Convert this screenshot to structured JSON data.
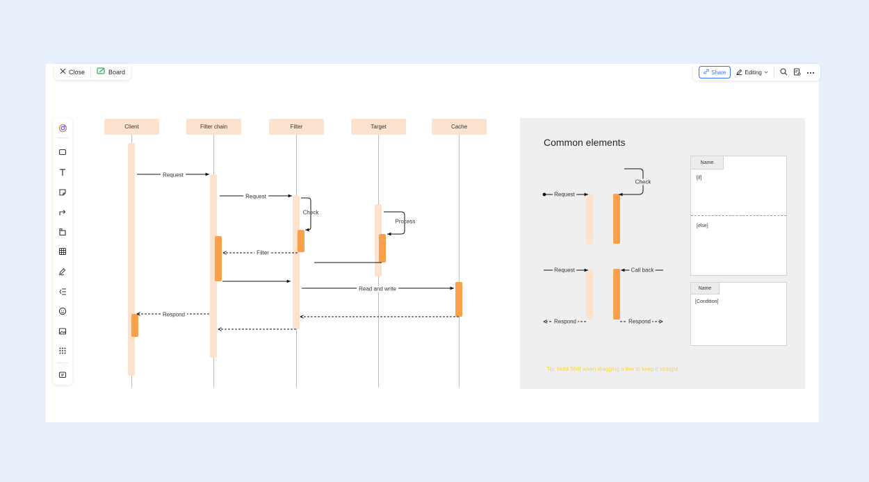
{
  "top_left": {
    "close_label": "Close",
    "board_label": "Board"
  },
  "top_right": {
    "share_label": "Share",
    "editing_label": "Editing"
  },
  "diagram": {
    "actors": [
      "Client",
      "Filter chain",
      "Filter",
      "Target",
      "Cache"
    ],
    "messages": {
      "m1": "Request",
      "m2": "Request",
      "m3": "Check",
      "m4": "Process",
      "m5": "Filter",
      "m6": "Read and write",
      "m7": "Respond"
    }
  },
  "panel": {
    "title": "Common elements",
    "request_1": "Request",
    "check": "Check",
    "request_2": "Request",
    "call_back": "Call back",
    "respond_1": "Respond",
    "respond_2": "Respond",
    "alt_frame": {
      "name": "Name",
      "if": "[if]",
      "else": "[else]"
    },
    "opt_frame": {
      "name": "Name",
      "condition": "[Condition]"
    },
    "tip": "Tip: Hold Shift when dragging a line to keep it straight"
  },
  "colors": {
    "background": "#e8f0fd",
    "activation_light": "#fde3cd",
    "activation_dark": "#fba04a",
    "accent": "#3370ff",
    "tip": "#f5d443"
  }
}
